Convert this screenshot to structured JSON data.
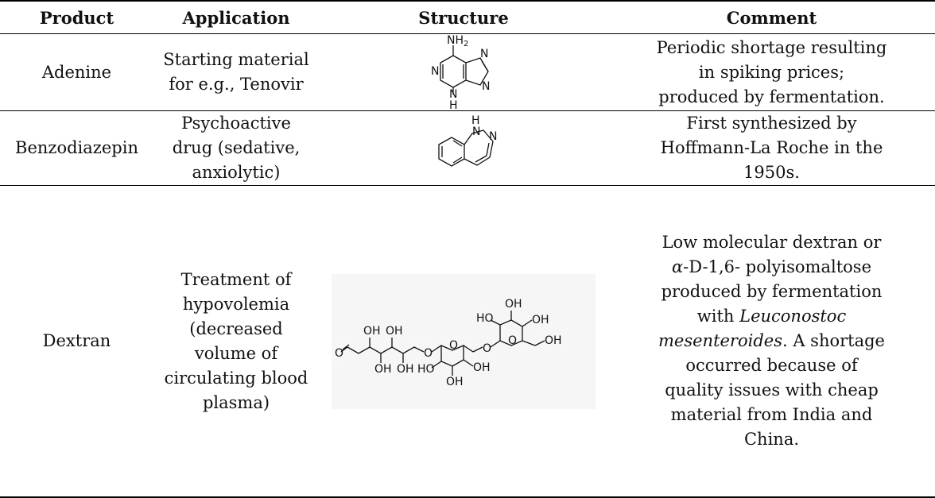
{
  "table": {
    "headers": {
      "product": "Product",
      "application": "Application",
      "structure": "Structure",
      "comment": "Comment"
    },
    "rows": [
      {
        "product": "Adenine",
        "application": [
          "Starting material",
          "for e.g., Tenovir"
        ],
        "structure_icon": "adenine-structure",
        "structure_labels": {
          "nh2": "NH2",
          "n1": "N",
          "n3": "N",
          "n7": "N",
          "n9": "N",
          "h9": "H"
        },
        "comment": [
          "Periodic shortage resulting",
          "in spiking prices;",
          "produced by fermentation."
        ]
      },
      {
        "product": "Benzodiazepin",
        "application": [
          "Psychoactive",
          "drug (sedative,",
          "anxiolytic)"
        ],
        "structure_icon": "benzodiazepine-structure",
        "structure_labels": {
          "h": "H",
          "n1": "N",
          "n2": "N"
        },
        "comment": [
          "First synthesized by",
          "Hoffmann-La Roche in the",
          "1950s."
        ]
      },
      {
        "product": "Dextran",
        "application": [
          "Treatment of",
          "hypovolemia",
          "(decreased",
          "volume of",
          "circulating blood",
          "plasma)"
        ],
        "structure_icon": "dextran-structure",
        "structure_labels": {
          "oh": "OH",
          "ho": "HO",
          "o": "O"
        },
        "comment": {
          "line1": "Low molecular dextran or",
          "line2_symbol": "α",
          "line2_rest": "-D-1,6- polyisomaltose",
          "line3": "produced by fermentation",
          "line4_prefix": "with ",
          "line4_italic": "Leuconostoc",
          "line5_italic": "mesenteroides",
          "line5_rest": ". A shortage",
          "line6": "occurred because of",
          "line7": "quality issues with cheap",
          "line8": "material from India and",
          "line9": "China."
        }
      }
    ]
  }
}
